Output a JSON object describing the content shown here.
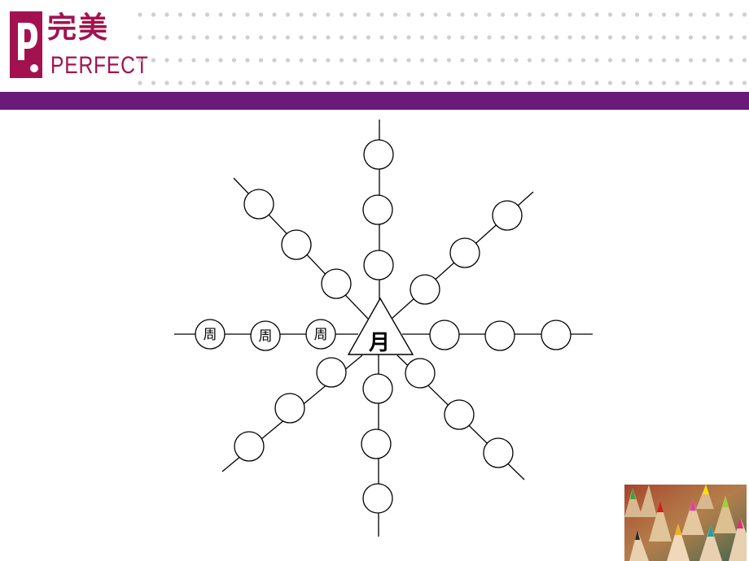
{
  "brand": {
    "name_cn": "完美",
    "name_en": "PERFECT",
    "brand_color": "#a3124f",
    "band_color": "#6a1a78"
  },
  "diagram": {
    "center_label": "月",
    "node_label": "周",
    "spokes": 8,
    "nodes_per_spoke": 3,
    "labeled_spoke": "left"
  },
  "decor": {
    "photo": "colored-pencils-photo"
  }
}
